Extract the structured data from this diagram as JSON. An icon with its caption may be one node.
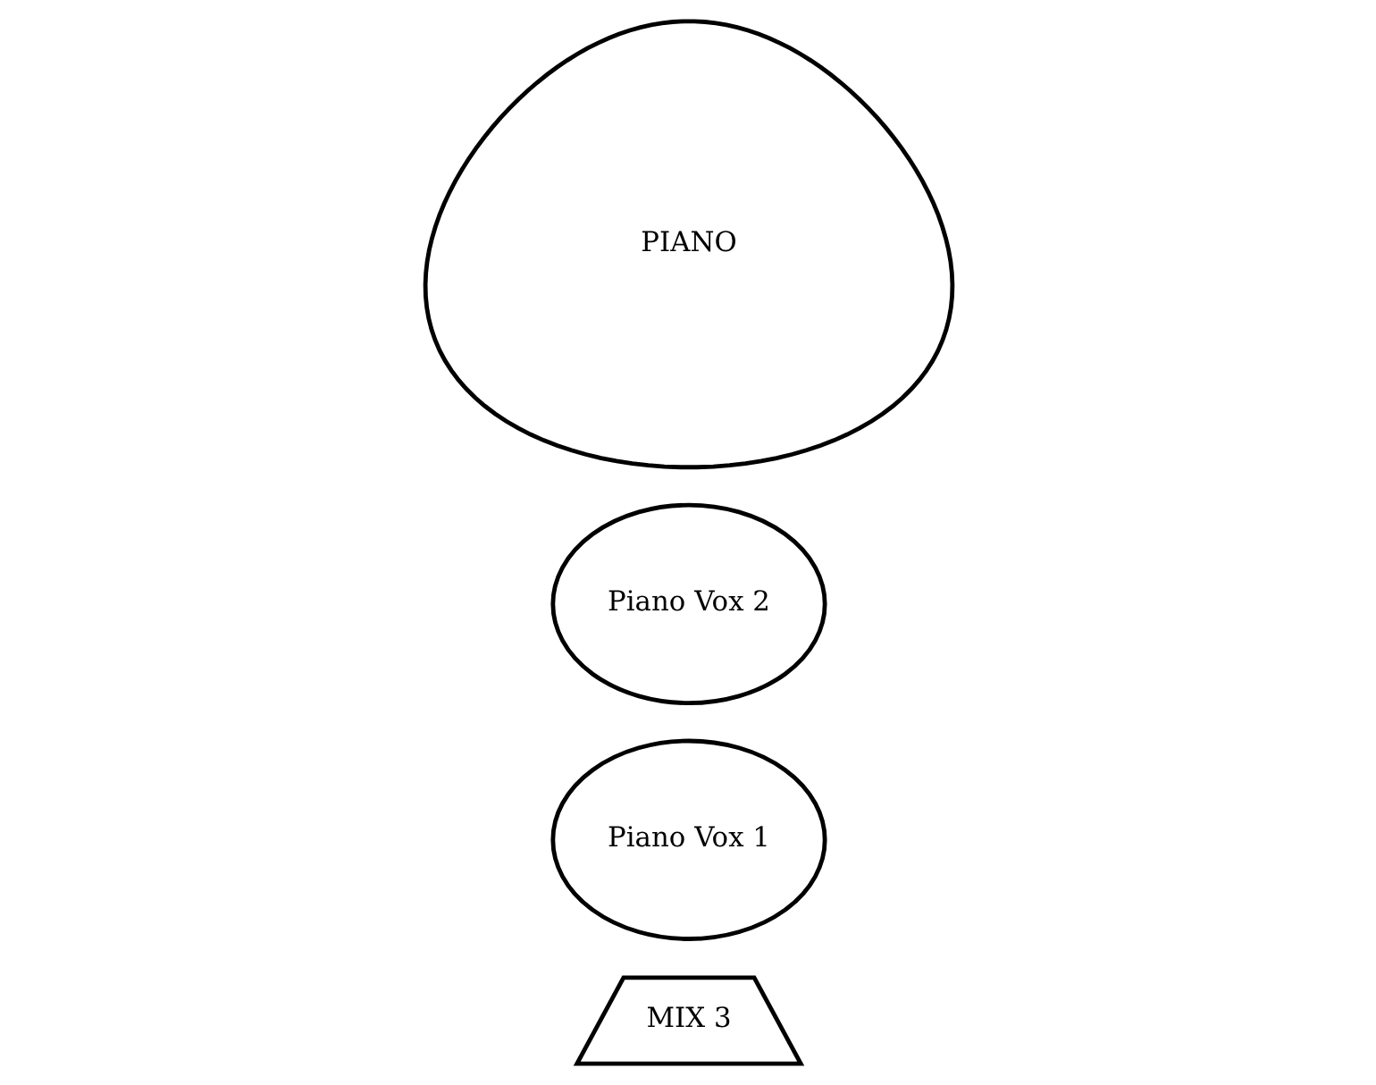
{
  "diagram": {
    "nodes": [
      {
        "text": [
          "MIX 3"
        ]
      },
      {
        "text": [
          "Piano Vox 1"
        ]
      },
      {
        "text": [
          "Piano Vox 2"
        ]
      },
      {
        "text": [
          "PIANO"
        ]
      }
    ]
  }
}
